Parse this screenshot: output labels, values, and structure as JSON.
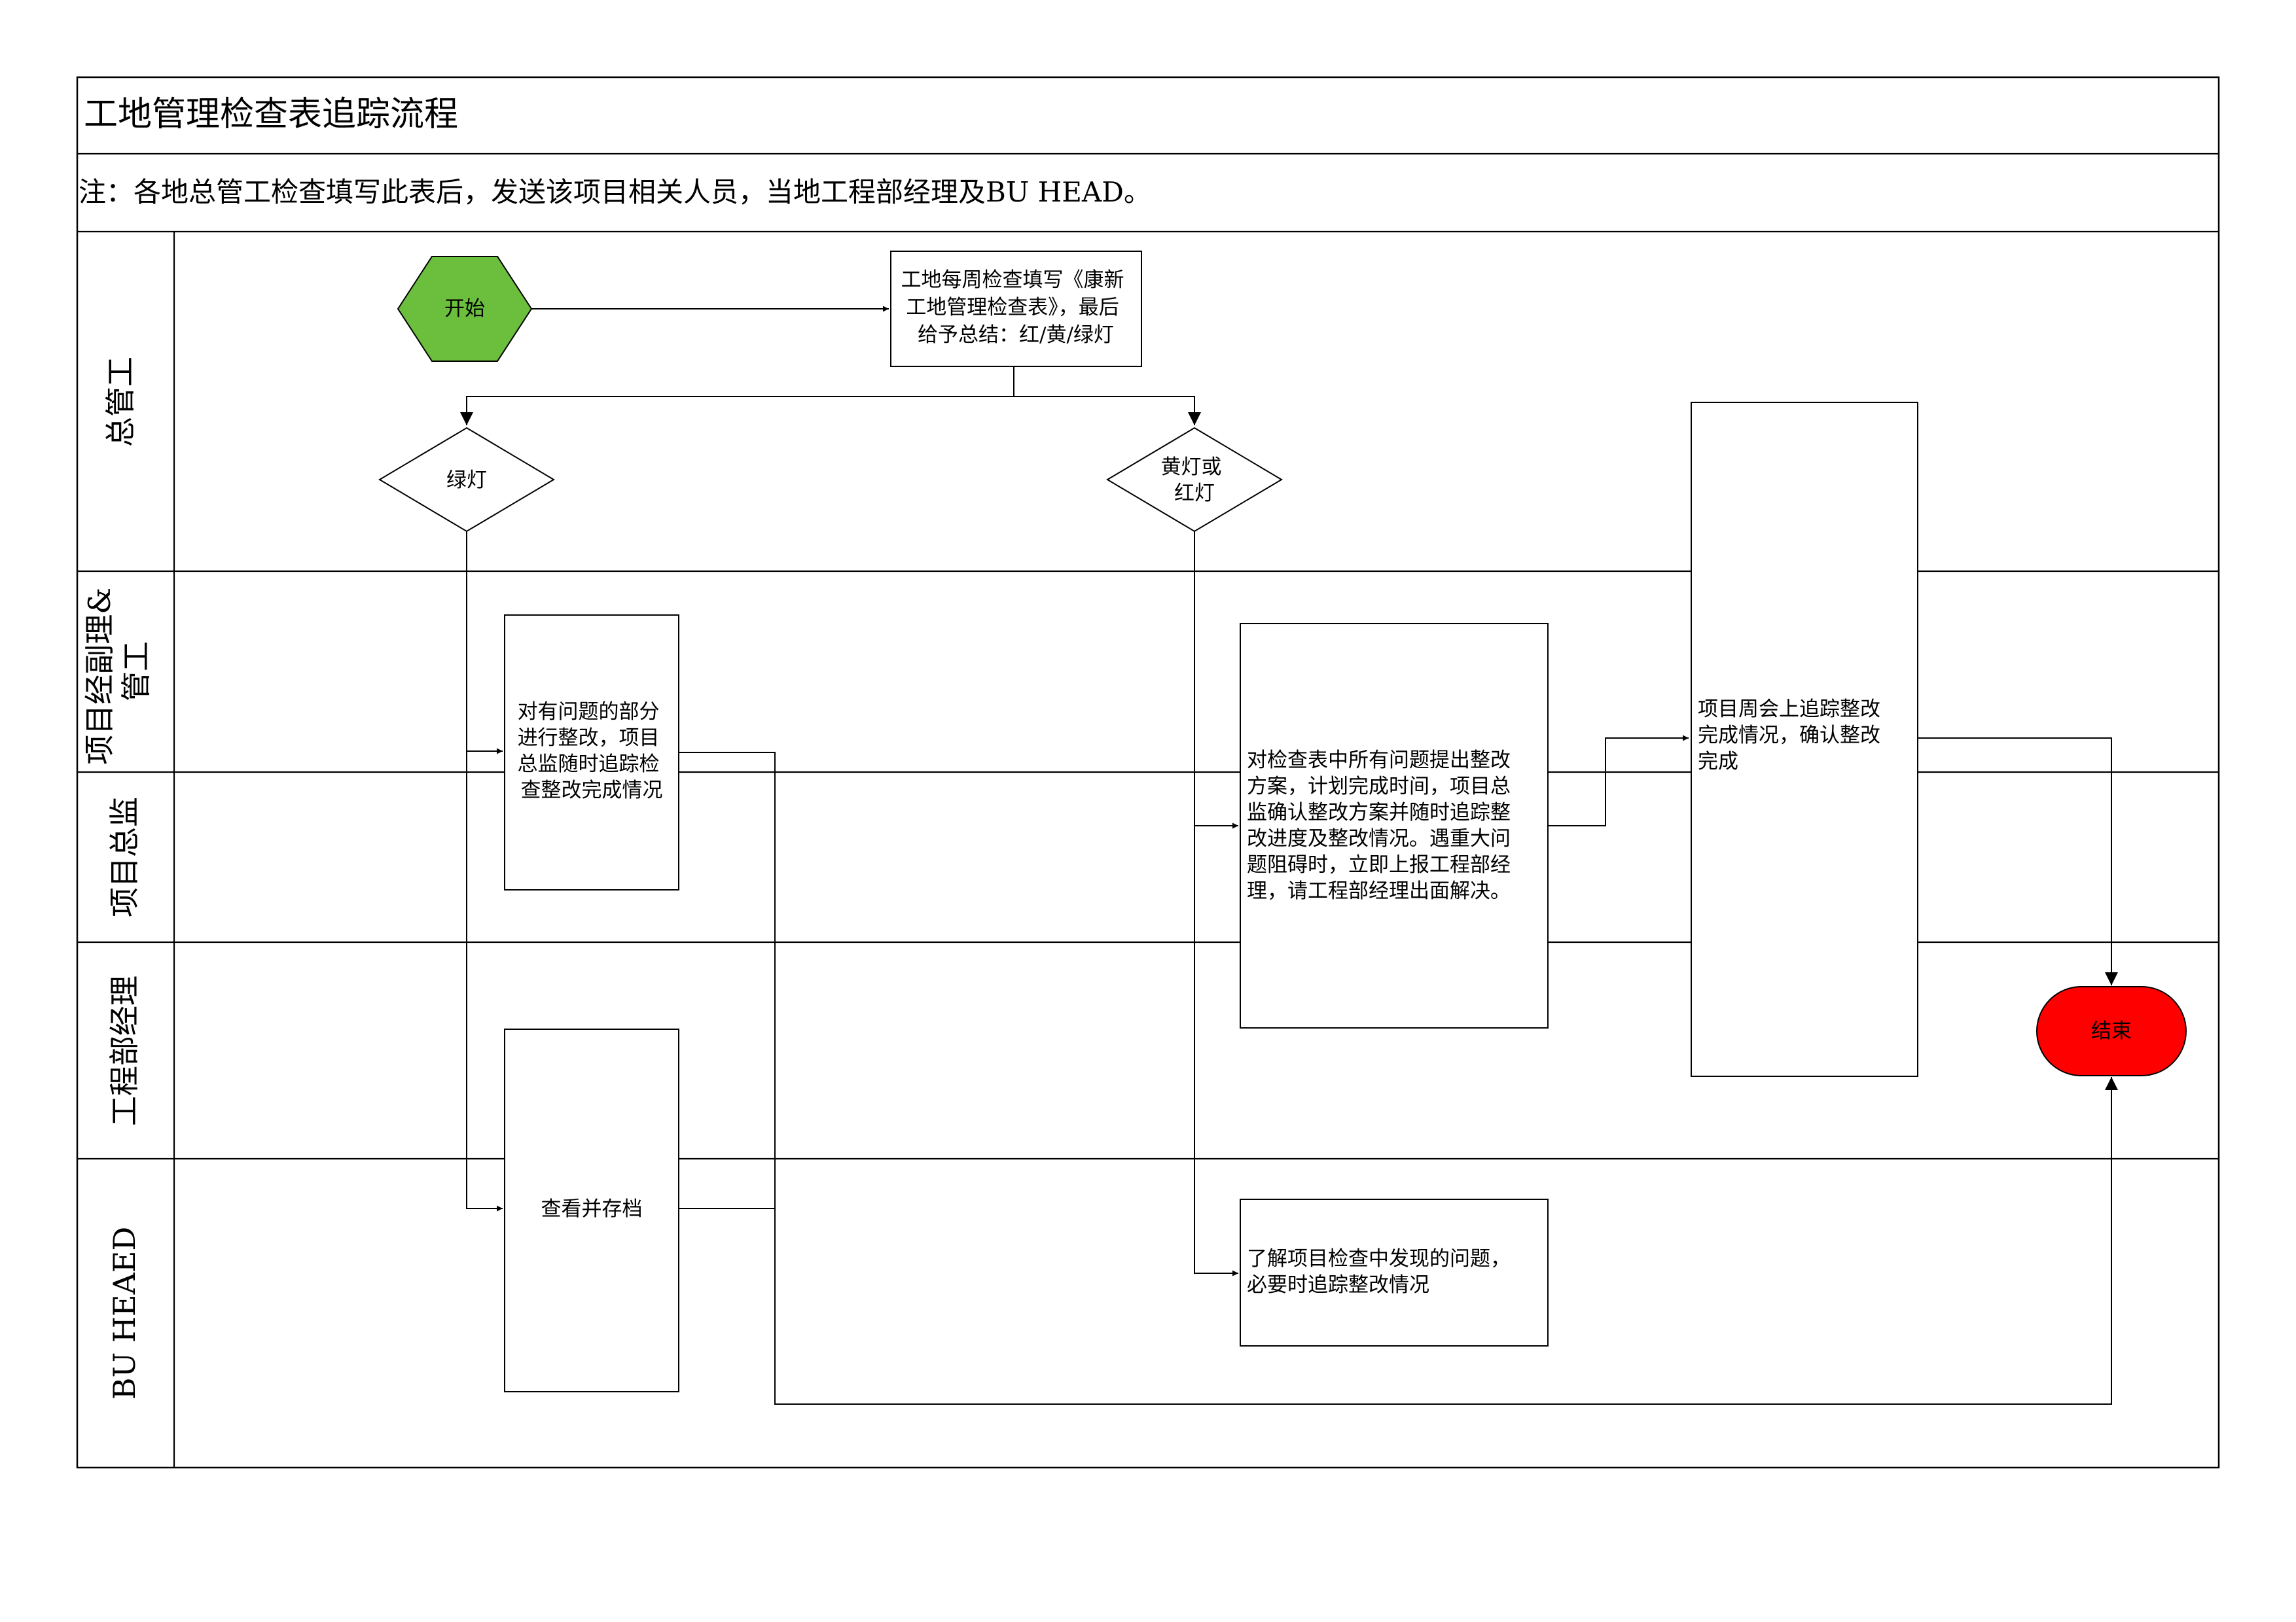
{
  "title": "工地管理检查表追踪流程",
  "note": "注：各地总管工检查填写此表后，发送该项目相关人员，当地工程部经理及BU HEAD。",
  "lanes": [
    {
      "label": "总管工"
    },
    {
      "label": "项目经副理&\n管工"
    },
    {
      "label": "项目总监"
    },
    {
      "label": "工程部经理"
    },
    {
      "label": "BU HEAED"
    }
  ],
  "nodes": {
    "start": {
      "label": "开始",
      "color": "#6cbf3d"
    },
    "fill_form": {
      "label": "工地每周检查填写《康新\n工地管理检查表》，最后\n给予总结：红/黄/绿灯"
    },
    "green": {
      "label": "绿灯"
    },
    "yellow_red": {
      "label": "黄灯或\n红灯"
    },
    "rectify_partial": {
      "label": "对有问题的部分\n进行整改，项目\n总监随时追踪检\n查整改完成情况"
    },
    "rectify_plan": {
      "label": "对检查表中所有问题提出整改\n方案，计划完成时间，项目总\n监确认整改方案并随时追踪整\n改进度及整改情况。遇重大问\n题阻碍时，立即上报工程部经\n理，请工程部经理出面解决。"
    },
    "weekly_meeting": {
      "label": "项目周会上追踪整改\n完成情况，确认整改\n完成"
    },
    "view_archive": {
      "label": "查看并存档"
    },
    "understand_issues": {
      "label": "了解项目检查中发现的问题，\n必要时追踪整改情况"
    },
    "end": {
      "label": "结束",
      "color": "#ff0000"
    }
  }
}
